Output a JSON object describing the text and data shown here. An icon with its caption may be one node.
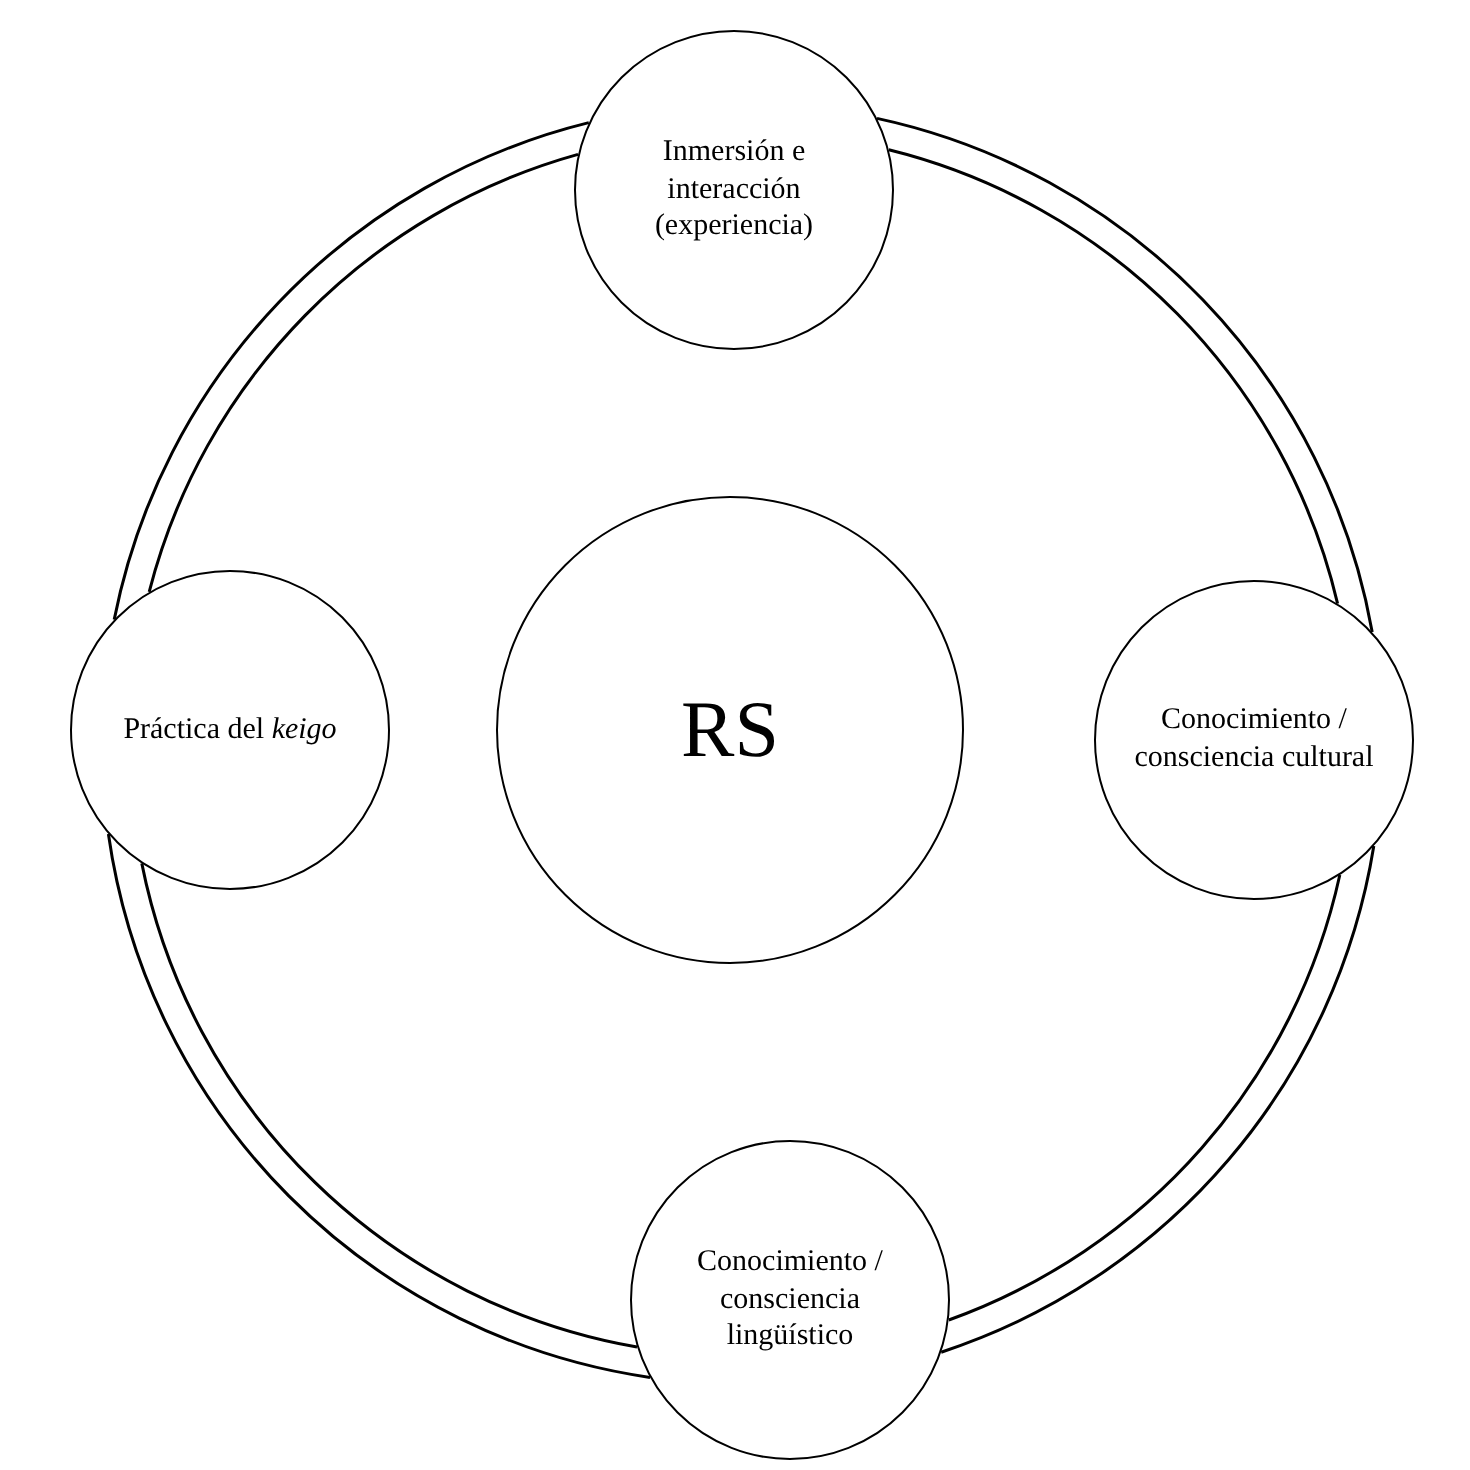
{
  "diagram": {
    "nodes": [
      {
        "text": [
          "Inmersión e interacción (experiencia)"
        ]
      },
      {
        "text": [
          "Práctica del *keigo*"
        ]
      },
      {
        "text": [
          "RS"
        ]
      },
      {
        "text": [
          "Conocimiento / consciencia cultural"
        ]
      },
      {
        "text": [
          "Conocimiento / consciencia lingüístico"
        ]
      }
    ],
    "edges": [
      {
        "from": 0,
        "to": 3,
        "arrow": "none"
      },
      {
        "from": 3,
        "to": 4,
        "arrow": "none"
      },
      {
        "from": 4,
        "to": 1,
        "arrow": "none"
      },
      {
        "from": 1,
        "to": 0,
        "arrow": "none"
      }
    ]
  }
}
